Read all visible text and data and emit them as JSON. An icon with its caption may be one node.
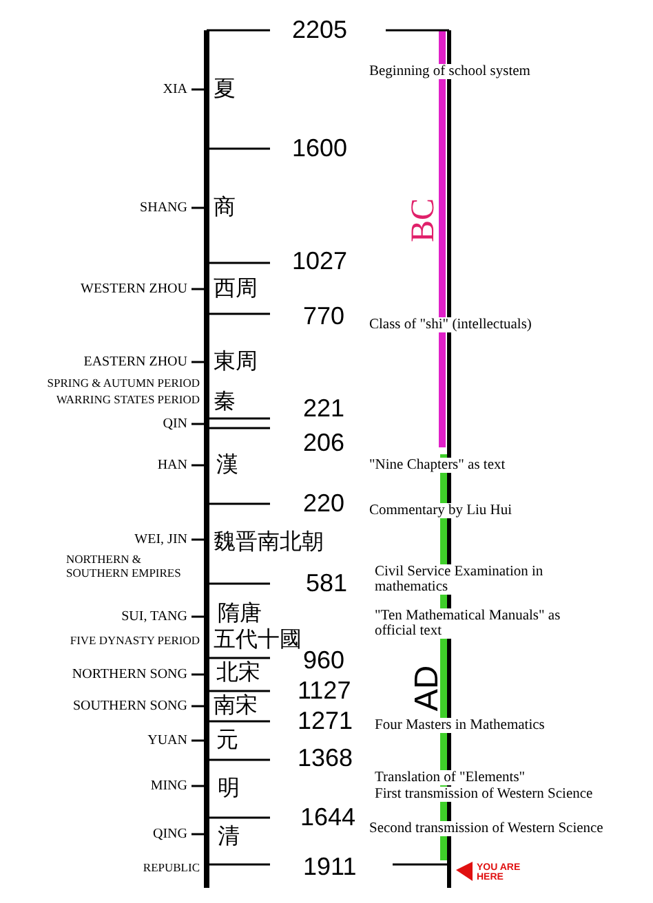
{
  "diagram": {
    "labels": [
      "2205",
      "Beginning of school system",
      "XIA",
      "夏",
      "1600",
      "SHANG",
      "商",
      "BC",
      "1027",
      "WESTERN ZHOU",
      "西周",
      "770",
      "Class of \"shi\" (intellectuals)",
      "EASTERN ZHOU",
      "東周",
      "SPRING & AUTUMN PERIOD",
      "WARRING STATES PERIOD",
      "秦",
      "221",
      "QIN",
      "206",
      "HAN",
      "漢",
      "\"Nine Chapters\" as text",
      "220",
      "Commentary by Liu Hui",
      "WEI, JIN",
      "魏晋南北朝",
      "NORTHERN & SOUTHERN EMPIRES",
      "581",
      "Civil Service Examination in mathematics",
      "SUI, TANG",
      "隋唐",
      "\"Ten Mathematical Manuals\" as official text",
      "FIVE DYNASTY PERIOD",
      "五代十國",
      "960",
      "NORTHERN SONG",
      "北宋",
      "1127",
      "SOUTHERN SONG",
      "南宋",
      "AD",
      "1271",
      "Four Masters in Mathematics",
      "YUAN",
      "元",
      "1368",
      "Translation of \"Elements\"",
      "MING",
      "明",
      "First transmission of Western Science",
      "1644",
      "Second transmission of Western Science",
      "QING",
      "清",
      "REPUBLIC",
      "1911",
      "YOU ARE HERE"
    ]
  }
}
